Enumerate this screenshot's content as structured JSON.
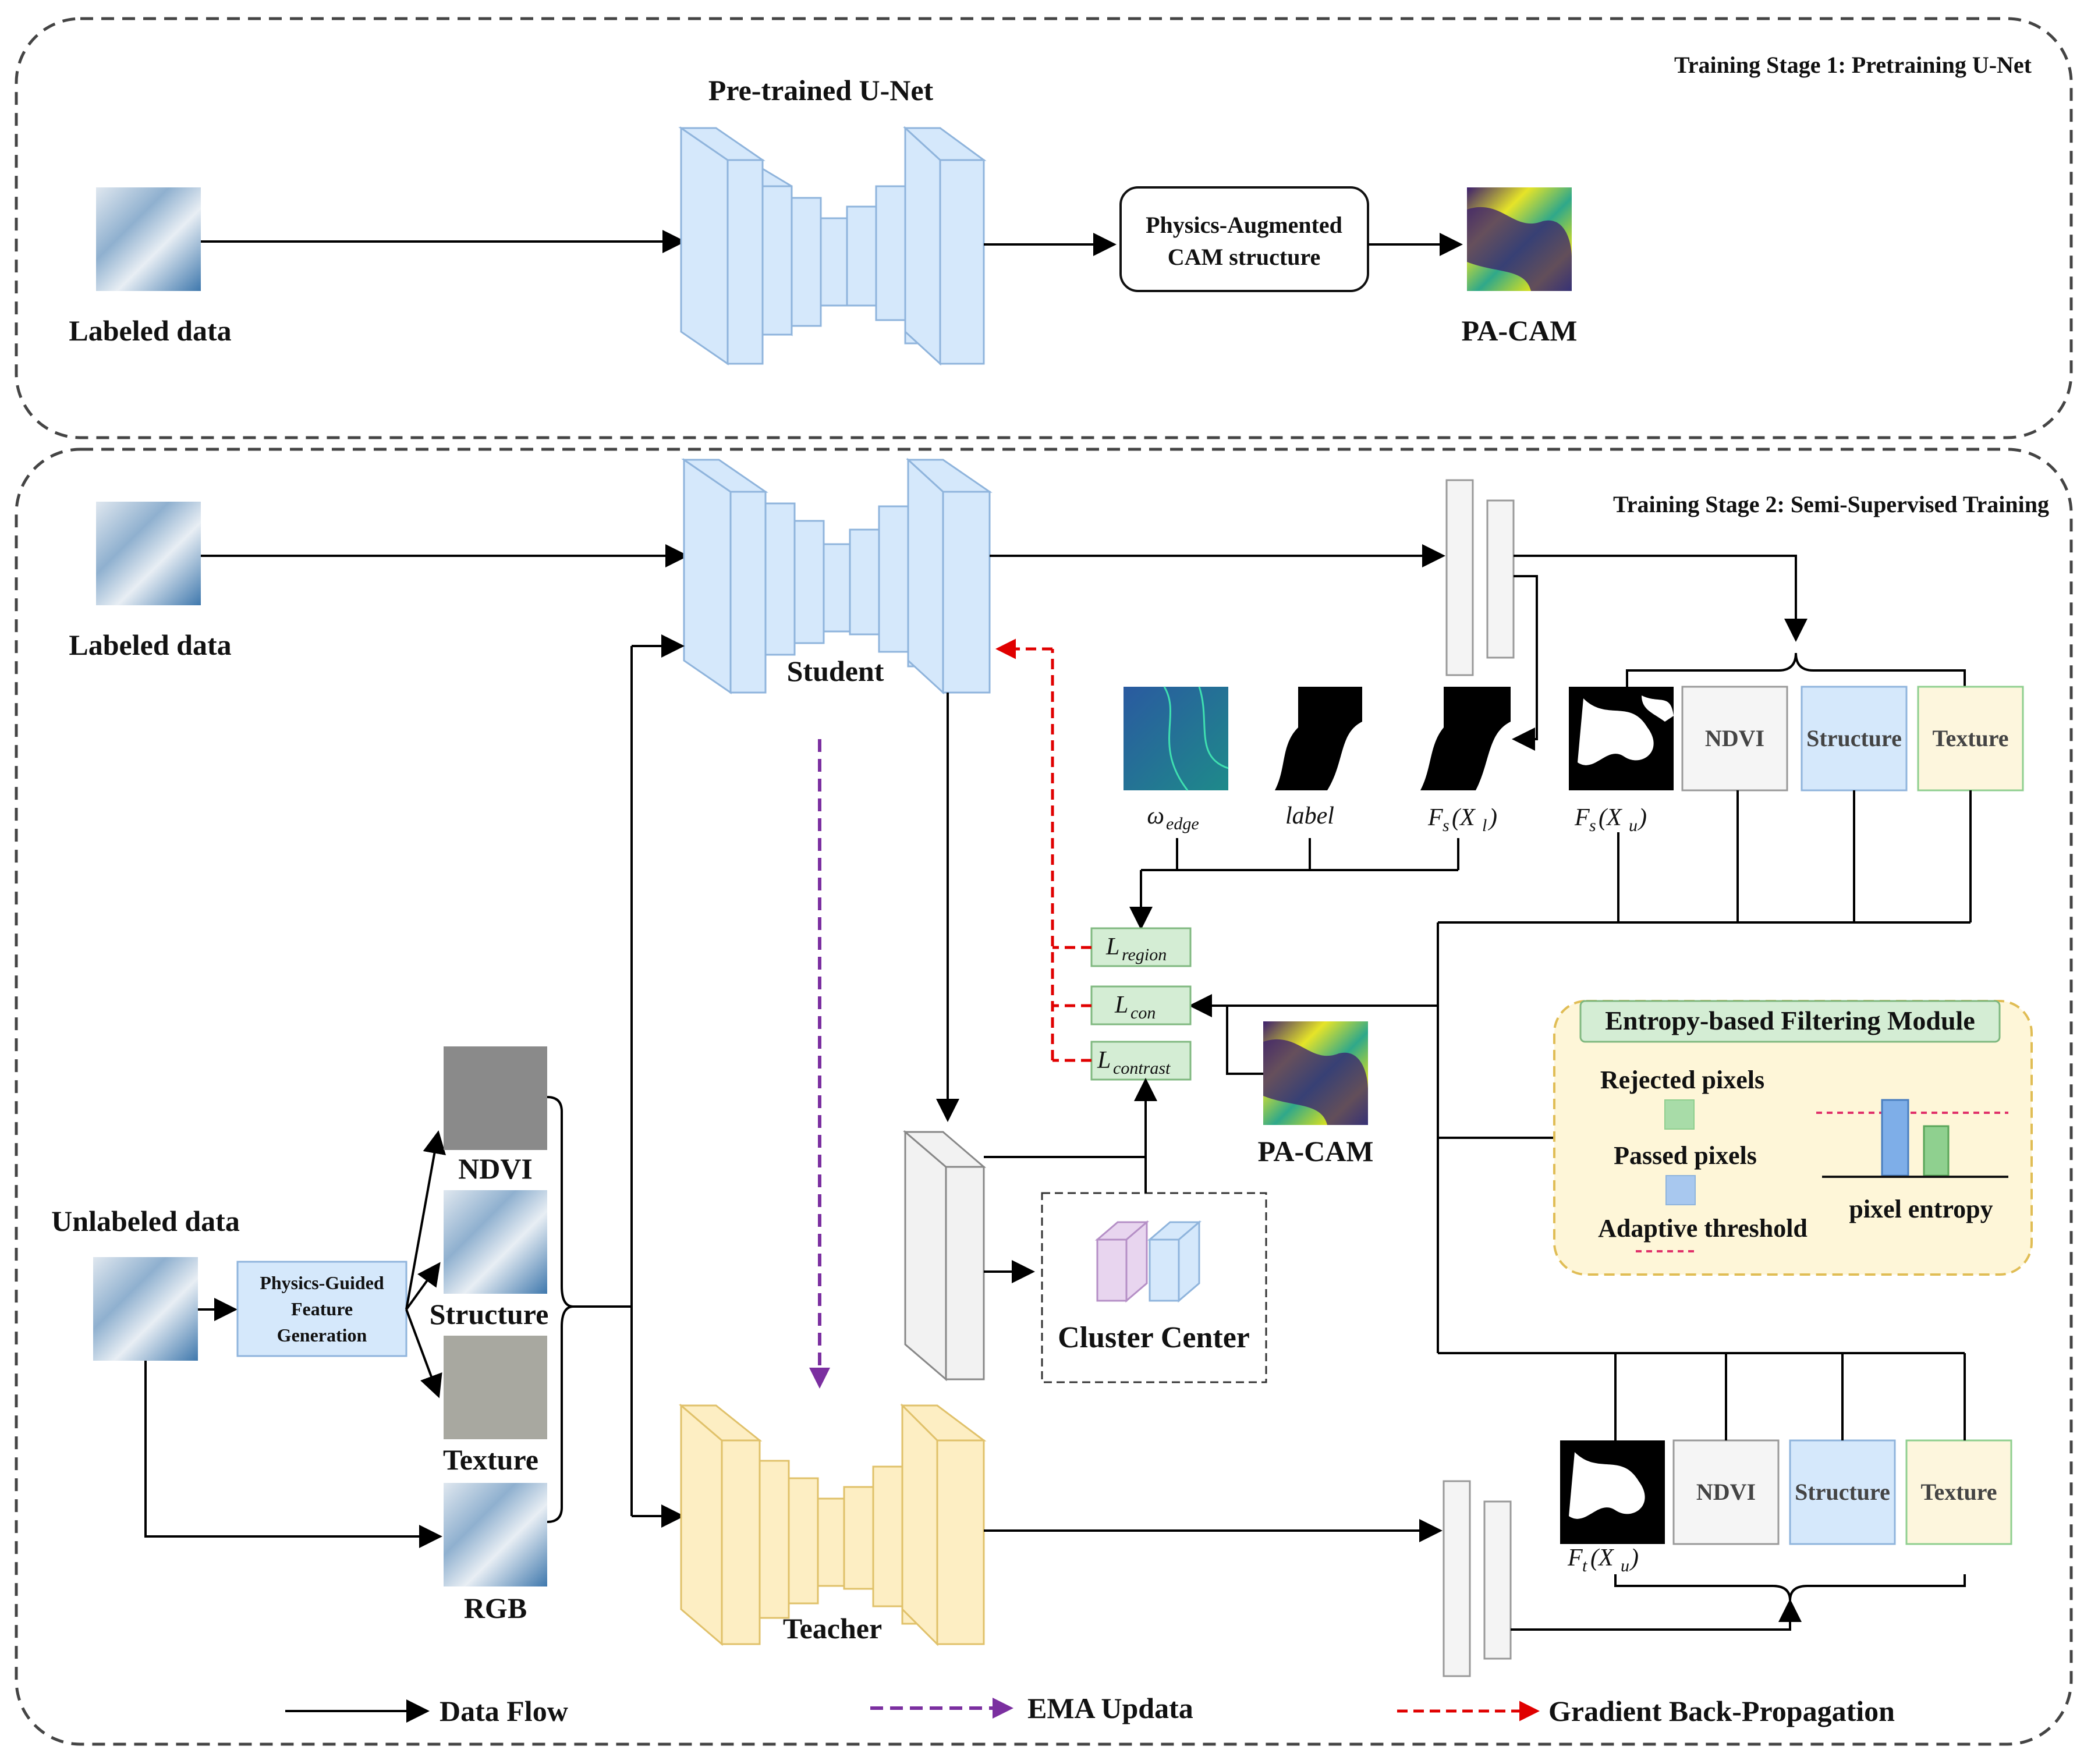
{
  "stage1": {
    "title": "Training Stage 1: Pretraining U-Net",
    "unet_label": "Pre-trained U-Net",
    "input_label": "Labeled data",
    "cam_box_line1": "Physics-Augmented",
    "cam_box_line2": "CAM structure",
    "output_label": "PA-CAM"
  },
  "stage2": {
    "title": "Training Stage 2: Semi-Supervised Training",
    "labeled_label": "Labeled data",
    "unlabeled_label": "Unlabeled data",
    "student_label": "Student",
    "teacher_label": "Teacher",
    "pgfg_line1": "Physics-Guided",
    "pgfg_line2": "Feature",
    "pgfg_line3": "Generation",
    "features": {
      "ndvi": "NDVI",
      "structure": "Structure",
      "texture": "Texture",
      "rgb": "RGB"
    },
    "maps": {
      "w_main": "ω",
      "w_sub": "edge",
      "label": "label",
      "fs_xl_main": "F",
      "fs_xl_sub": "s",
      "fs_xl_arg": "(X",
      "fs_xl_arg_sub": "l",
      "fs_xl_close": ")",
      "fs_xu_arg_sub": "u",
      "ft_sub": "t"
    },
    "feature_boxes": {
      "ndvi": "NDVI",
      "structure": "Structure",
      "texture": "Texture"
    },
    "losses": {
      "region_main": "L",
      "region_sub": "region",
      "con_main": "L",
      "con_sub": "con",
      "contrast_main": "L",
      "contrast_sub": "contrast"
    },
    "pacam_label": "PA-CAM",
    "cluster_label": "Cluster Center",
    "entropy": {
      "title": "Entropy-based Filtering Module",
      "rejected": "Rejected pixels",
      "passed": "Passed pixels",
      "threshold": "Adaptive threshold",
      "axis": "pixel entropy"
    }
  },
  "legend": {
    "data_flow": "Data Flow",
    "ema": "EMA Updata",
    "grad": "Gradient Back-Propagation"
  },
  "colors": {
    "unet_blue": "#d5e8fb",
    "unet_blue_stroke": "#8fb4dc",
    "teacher_yellow": "#fdeec3",
    "teacher_stroke": "#e0c16a",
    "loss_green": "#d4edd4",
    "loss_green_stroke": "#7fb87f",
    "entropy_bg": "#fef6d8",
    "entropy_stroke": "#e0bd55",
    "ema_purple": "#7b2fa0",
    "grad_red": "#e00000"
  }
}
